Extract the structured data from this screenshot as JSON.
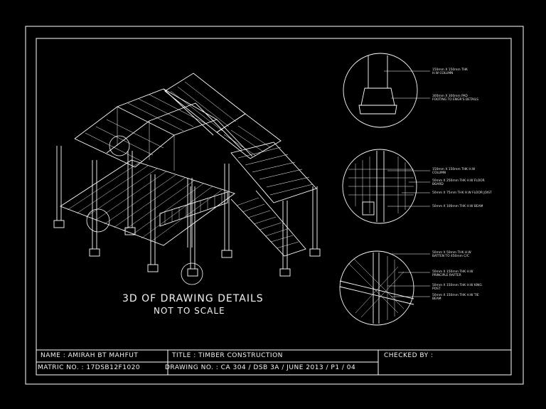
{
  "drawing": {
    "title": "3D OF DRAWING DETAILS",
    "scale_note": "NOT TO SCALE"
  },
  "details": [
    {
      "notes": [
        "150mm X 150mm THK",
        "H.W COLUMN"
      ]
    },
    {
      "notes": [
        "300mm X 300mm PAD",
        "FOOTING TO ENGR'S DETAILS"
      ]
    },
    {
      "notes": [
        "150mm X 150mm THK H.W",
        "COLUMN"
      ]
    },
    {
      "notes": [
        "50mm X 250mm THK H.W FLOOR",
        "BOARD"
      ]
    },
    {
      "notes": [
        "50mm X 75mm THK H.W FLOOR JOIST"
      ]
    },
    {
      "notes": [
        "50mm X 100mm THK H.W BEAM"
      ]
    },
    {
      "notes": [
        "50mm X 50mm THK H.W",
        "BATTEN TO 450mm C/C"
      ]
    },
    {
      "notes": [
        "50mm X 150mm THK H.W",
        "PRINCIPLE RAFTER"
      ]
    },
    {
      "notes": [
        "50mm X 150mm THK H.W KING",
        "POST"
      ]
    },
    {
      "notes": [
        "50mm X 150mm THK H.W TIE",
        "BEAM"
      ]
    }
  ],
  "title_block": {
    "name": "NAME : AMIRAH BT MAHFUT",
    "matric": "MATRIC NO. : 17DSB12F1020",
    "title": "TITLE : TIMBER CONSTRUCTION",
    "drawing_no": "DRAWING NO. : CA 304 / DSB 3A / JUNE 2013 / P1 / 04",
    "checked_by": "CHECKED BY :"
  },
  "colors": {
    "background": "#000000",
    "line": "#ffffff"
  }
}
